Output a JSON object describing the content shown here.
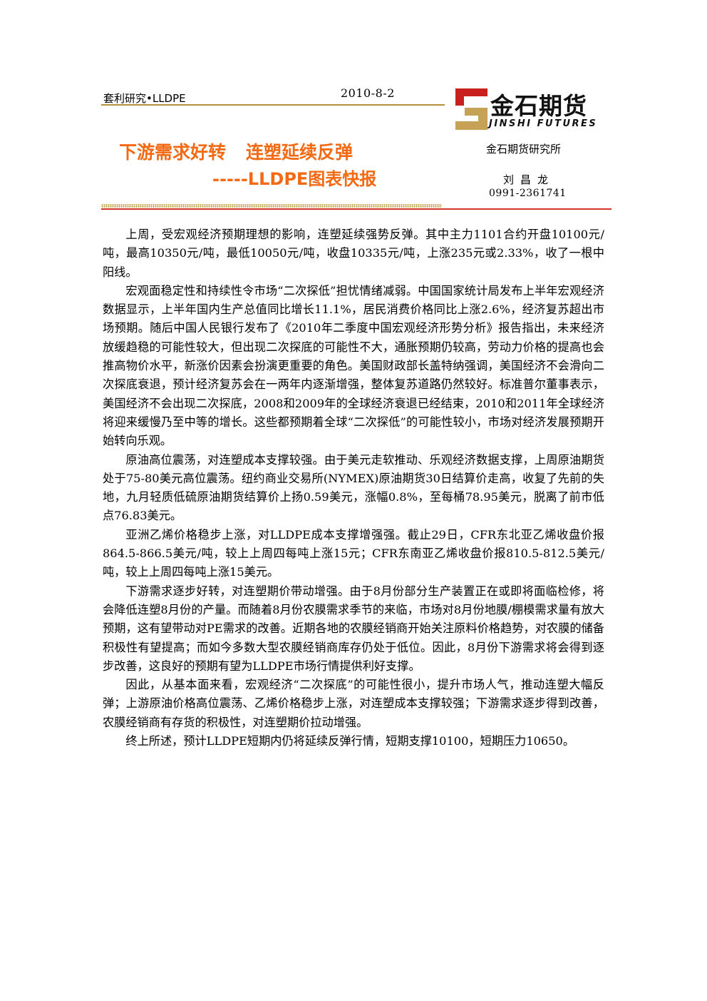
{
  "header": {
    "category": "套利研究•LLDPE",
    "date": "2010-8-2"
  },
  "logo": {
    "cn": "金石期货",
    "en": "JINSHI FUTURES",
    "colors": {
      "red": "#c8201e",
      "gold": "#c6a256"
    }
  },
  "sidebar": {
    "org": "金石期货研究所",
    "author": "刘昌龙",
    "phone": "0991-2361741"
  },
  "title": {
    "part1": "下游需求好转",
    "part2": "连塑延续反弹",
    "line2": "-----LLDPE图表快报",
    "color": "#f26a14"
  },
  "paragraphs": [
    "上周，受宏观经济预期理想的影响，连塑延续强势反弹。其中主力1101合约开盘10100元/吨，最高10350元/吨，最低10050元/吨，收盘10335元/吨，上涨235元或2.33%，收了一根中阳线。",
    "宏观面稳定性和持续性令市场“二次探低”担忧情绪减弱。中国国家统计局发布上半年宏观经济数据显示，上半年国内生产总值同比增长11.1%，居民消费价格同比上涨2.6%，经济复苏超出市场预期。随后中国人民银行发布了《2010年二季度中国宏观经济形势分析》报告指出，未来经济放缓趋稳的可能性较大，但出现二次探底的可能性不大，通胀预期仍较高，劳动力价格的提高也会推高物价水平，新涨价因素会扮演更重要的角色。美国财政部长盖特纳强调，美国经济不会滑向二次探底衰退，预计经济复苏会在一两年内逐渐增强，整体复苏道路仍然较好。标准普尔董事表示，美国经济不会出现二次探底，2008和2009年的全球经济衰退已经结束，2010和2011年全球经济将迎来缓慢乃至中等的增长。这些都预期着全球“二次探低”的可能性较小，市场对经济发展预期开始转向乐观。",
    "原油高位震荡，对连塑成本支撑较强。由于美元走软推动、乐观经济数据支撑，上周原油期货处于75-80美元高位震荡。纽约商业交易所(NYMEX)原油期货30日结算价走高，收复了先前的失地，九月轻质低硫原油期货结算价上扬0.59美元，涨幅0.8%，至每桶78.95美元，脱离了前市低点76.83美元。",
    "亚洲乙烯价格稳步上涨，对LLDPE成本支撑增强强。截止29日，CFR东北亚乙烯收盘价报864.5-866.5美元/吨，较上上周四每吨上涨15元；CFR东南亚乙烯收盘价报810.5-812.5美元/吨，较上上周四每吨上涨15美元。",
    "下游需求逐步好转，对连塑期价带动增强。由于8月份部分生产装置正在或即将面临检修，将会降低连塑8月份的产量。而随着8月份农膜需求季节的来临，市场对8月份地膜/棚模需求量有放大预期，这有望带动对PE需求的改善。近期各地的农膜经销商开始关注原料价格趋势，对农膜的储备积极性有望提高；而如今多数大型农膜经销商库存仍处于低位。因此，8月份下游需求将会得到逐步改善，这良好的预期有望为LLDPE市场行情提供利好支撑。",
    "因此，从基本面来看，宏观经济“二次探底”的可能性很小，提升市场人气，推动连塑大幅反弹；上游原油价格高位震荡、乙烯价格稳步上涨，对连塑成本支撑较强；下游需求逐步得到改善，农膜经销商有存货的积极性，对连塑期价拉动增强。",
    "终上所述，预计LLDPE短期内仍将延续反弹行情，短期支撑10100，短期压力10650。"
  ]
}
